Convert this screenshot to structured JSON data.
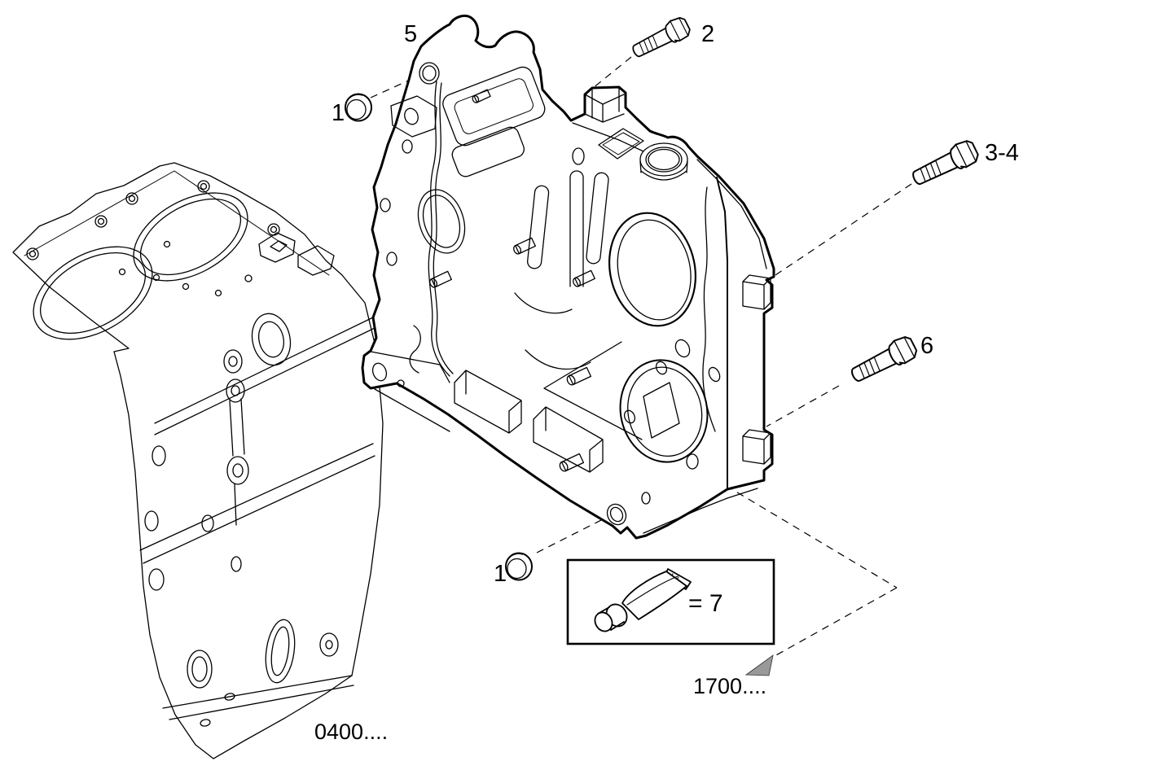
{
  "diagram": {
    "type": "exploded-parts-diagram",
    "subject": "gearcase / flywheel housing on crankcase",
    "background_color": "#ffffff",
    "line_color": "#000000",
    "arrow_color": "#999999",
    "callouts": {
      "plug_top": {
        "label": "1",
        "part": "cup-plug"
      },
      "bolt_top": {
        "label": "2",
        "part": "hex-bolt"
      },
      "bolt_mid": {
        "label": "3-4",
        "part": "hex-bolt"
      },
      "housing": {
        "label": "5",
        "part": "flywheel-housing"
      },
      "bolt_low": {
        "label": "6",
        "part": "hex-bolt"
      },
      "plug_bottom": {
        "label": "1",
        "part": "cup-plug"
      },
      "sealant": {
        "label": "= 7",
        "part": "sealant-tube"
      }
    },
    "references": {
      "crankcase_ref": "0400....",
      "flywheel_ref": "1700...."
    }
  }
}
